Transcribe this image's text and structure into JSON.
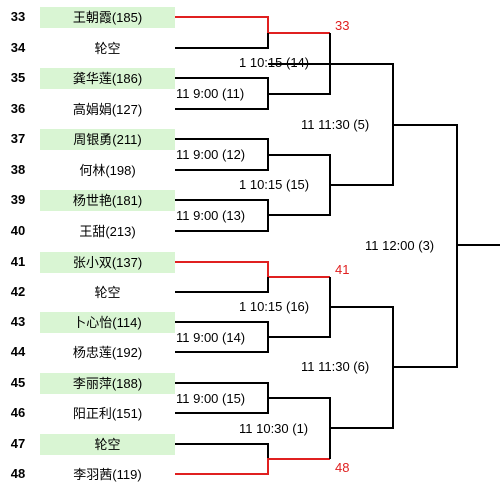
{
  "rows": [
    {
      "seed": "33",
      "name": "王朝霞(185)",
      "highlight": true
    },
    {
      "seed": "34",
      "name": "轮空",
      "highlight": false
    },
    {
      "seed": "35",
      "name": "龚华莲(186)",
      "highlight": true
    },
    {
      "seed": "36",
      "name": "高娟娟(127)",
      "highlight": false
    },
    {
      "seed": "37",
      "name": "周银勇(211)",
      "highlight": true
    },
    {
      "seed": "38",
      "name": "何林(198)",
      "highlight": false
    },
    {
      "seed": "39",
      "name": "杨世艳(181)",
      "highlight": true
    },
    {
      "seed": "40",
      "name": "王甜(213)",
      "highlight": false
    },
    {
      "seed": "41",
      "name": "张小双(137)",
      "highlight": true
    },
    {
      "seed": "42",
      "name": "轮空",
      "highlight": false
    },
    {
      "seed": "43",
      "name": "卜心怡(114)",
      "highlight": true
    },
    {
      "seed": "44",
      "name": "杨忠莲(192)",
      "highlight": false
    },
    {
      "seed": "45",
      "name": "李丽萍(188)",
      "highlight": true
    },
    {
      "seed": "46",
      "name": "阳正利(151)",
      "highlight": false
    },
    {
      "seed": "47",
      "name": "轮空",
      "highlight": true
    },
    {
      "seed": "48",
      "name": "李羽茜(119)",
      "highlight": false
    }
  ],
  "round1_matches": [
    "1 10:15 (14)",
    "11 9:00 (11)",
    "11 9:00 (12)",
    "1 10:15 (15)",
    "11 9:00 (13)",
    "1 10:15 (16)",
    "11 9:00 (14)",
    "11 9:00 (15)",
    "11 10:30 (1)"
  ],
  "round2_matches": [
    "11 11:30 (5)",
    "11 11:30 (6)"
  ],
  "final_match": "11 12:00 (3)",
  "byes": [
    "33",
    "41",
    "48"
  ],
  "colors": {
    "player_highlight": "#d9f5d3",
    "advance_line": "#e02020",
    "bracket_line": "#000000"
  }
}
